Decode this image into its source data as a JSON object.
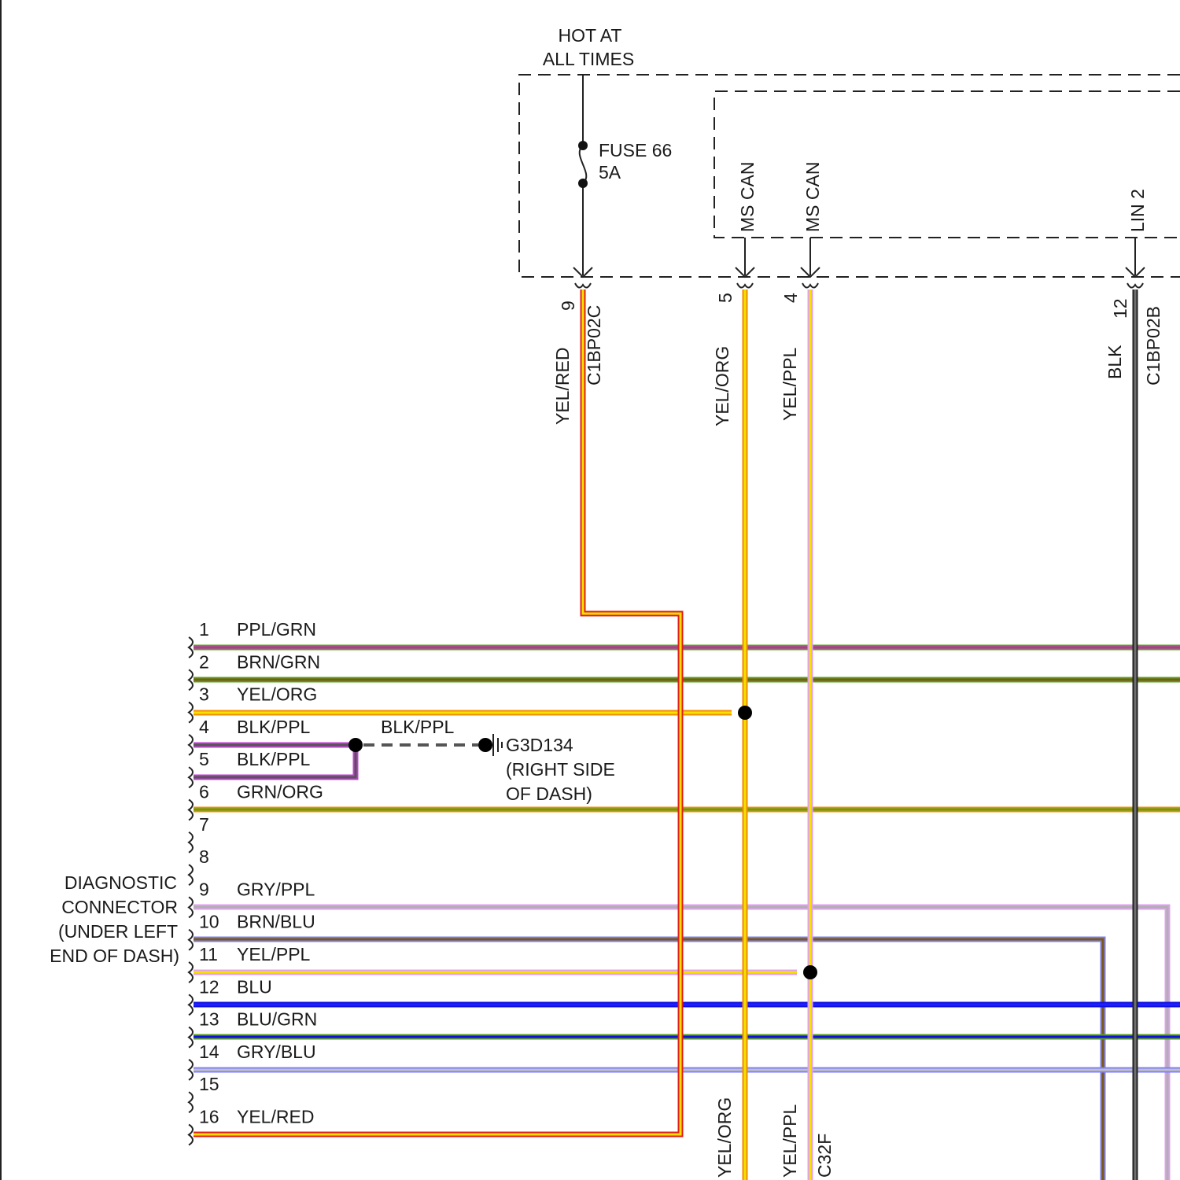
{
  "header": {
    "line1": "HOT AT",
    "line2": "ALL TIMES"
  },
  "module": {
    "fuse": {
      "name": "FUSE 66",
      "rating": "5A"
    },
    "signals": {
      "ms_can_a": "MS CAN",
      "ms_can_b": "MS CAN",
      "lin": "LIN 2"
    }
  },
  "module_pins": {
    "p9": {
      "pin": "9",
      "connector": "C1BP02C",
      "color": "YEL/RED"
    },
    "p5": {
      "pin": "5",
      "color": "YEL/ORG"
    },
    "p4": {
      "pin": "4",
      "color": "YEL/PPL"
    },
    "p12": {
      "pin": "12",
      "connector": "C1BP02B",
      "color": "BLK"
    }
  },
  "bottom": {
    "yel_org": "YEL/ORG",
    "yel_ppl": "YEL/PPL",
    "connector": "C32F"
  },
  "ground": {
    "wire": "BLK/PPL",
    "id": "G3D134",
    "loc1": "(RIGHT SIDE",
    "loc2": "OF DASH)"
  },
  "diag_connector": {
    "line1": "DIAGNOSTIC",
    "line2": "CONNECTOR",
    "line3": "(UNDER LEFT",
    "line4": "END OF DASH)",
    "pins": [
      {
        "pin": "1",
        "wire": "PPL/GRN"
      },
      {
        "pin": "2",
        "wire": "BRN/GRN"
      },
      {
        "pin": "3",
        "wire": "YEL/ORG"
      },
      {
        "pin": "4",
        "wire": "BLK/PPL"
      },
      {
        "pin": "5",
        "wire": "BLK/PPL"
      },
      {
        "pin": "6",
        "wire": "GRN/ORG"
      },
      {
        "pin": "7",
        "wire": ""
      },
      {
        "pin": "8",
        "wire": ""
      },
      {
        "pin": "9",
        "wire": "GRY/PPL"
      },
      {
        "pin": "10",
        "wire": "BRN/BLU"
      },
      {
        "pin": "11",
        "wire": "YEL/PPL"
      },
      {
        "pin": "12",
        "wire": "BLU"
      },
      {
        "pin": "13",
        "wire": "BLU/GRN"
      },
      {
        "pin": "14",
        "wire": "GRY/BLU"
      },
      {
        "pin": "15",
        "wire": ""
      },
      {
        "pin": "16",
        "wire": "YEL/RED"
      }
    ]
  },
  "wire_colors": {
    "yellow": "#f5e000",
    "red": "#e0201a",
    "orange": "#f08c00",
    "purple": "#c040d0",
    "magenta": "#d020c0",
    "green": "#5aa020",
    "brown": "#7a5a1a",
    "blue": "#1010e0",
    "gray": "#606060",
    "lavender": "#e0a0f0",
    "black": "#222222"
  }
}
